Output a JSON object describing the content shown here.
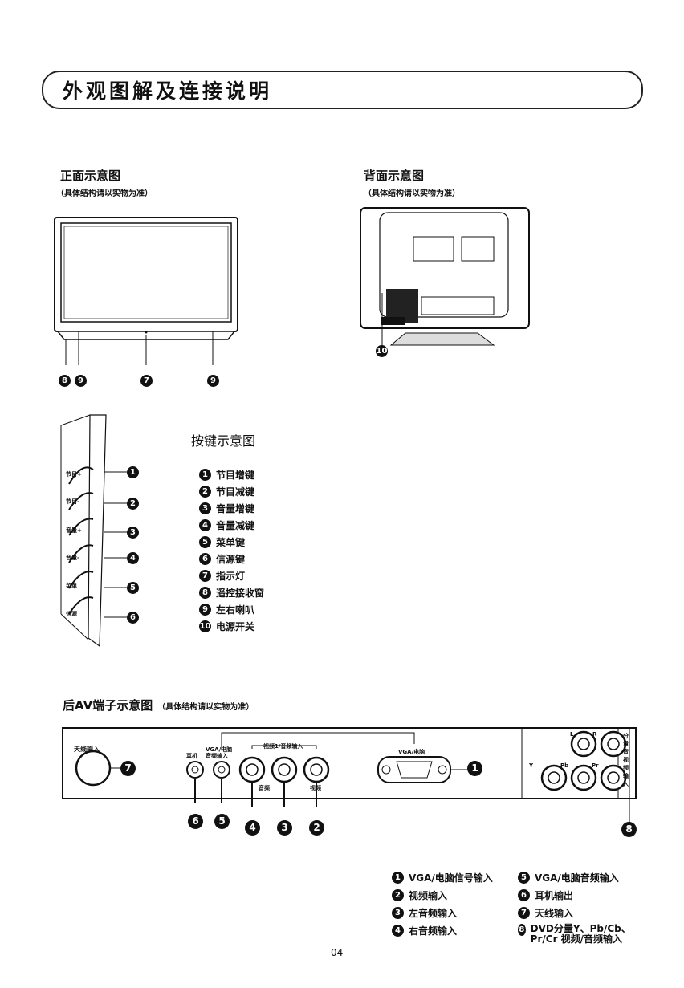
{
  "page": {
    "title": "外观图解及连接说明",
    "page_number": "04"
  },
  "front": {
    "heading": "正面示意图",
    "note": "（具体结构请以实物为准）",
    "callouts": [
      "8",
      "9",
      "7",
      "9"
    ]
  },
  "back": {
    "heading": "背面示意图",
    "note": "（具体结构请以实物为准）",
    "callout": "10"
  },
  "keys": {
    "heading": "按键示意图",
    "side_labels": [
      "节目+",
      "节目-",
      "音量+",
      "音量-",
      "菜单",
      "信源"
    ],
    "items": [
      {
        "num": "1",
        "label": "节目增键"
      },
      {
        "num": "2",
        "label": "节目减键"
      },
      {
        "num": "3",
        "label": "音量增键"
      },
      {
        "num": "4",
        "label": "音量减键"
      },
      {
        "num": "5",
        "label": "菜单键"
      },
      {
        "num": "6",
        "label": "信源键"
      },
      {
        "num": "7",
        "label": "指示灯"
      },
      {
        "num": "8",
        "label": "遥控接收窗"
      },
      {
        "num": "9",
        "label": "左右喇叭"
      },
      {
        "num": "10",
        "label": "电源开关"
      }
    ]
  },
  "rear_av": {
    "heading": "后AV端子示意图",
    "note": "（具体结构请以实物为准）",
    "panel_labels": {
      "antenna": "天线输入",
      "earphone": "耳机",
      "vga_audio": "VGA/电脑 音频输入",
      "video_audio": "视频1/音频输入",
      "vga": "VGA/电脑",
      "audio": "音频",
      "video": "视频",
      "component": "分量音视频输入",
      "L": "L",
      "R": "R",
      "Y": "Y",
      "Pb": "Pb",
      "Pr": "Pr"
    },
    "legend": [
      {
        "num": "1",
        "label": "VGA/电脑信号输入"
      },
      {
        "num": "2",
        "label": "视频输入"
      },
      {
        "num": "3",
        "label": "左音频输入"
      },
      {
        "num": "4",
        "label": "右音频输入"
      },
      {
        "num": "5",
        "label": "VGA/电脑音频输入"
      },
      {
        "num": "6",
        "label": "耳机输出"
      },
      {
        "num": "7",
        "label": "天线输入"
      },
      {
        "num": "8",
        "label": "DVD分量Y、Pb/Cb、Pr/Cr 视频/音频输入"
      }
    ]
  }
}
